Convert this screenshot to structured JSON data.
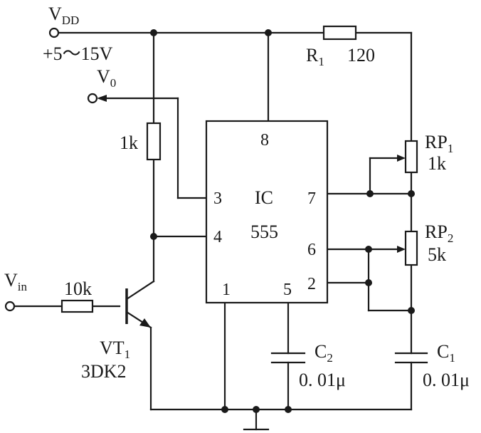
{
  "supply": {
    "name": "V",
    "sub": "DD",
    "range": "+5～15V"
  },
  "output": {
    "name": "V",
    "sub": "0"
  },
  "input": {
    "name": "V",
    "sub": "in"
  },
  "r1": {
    "name": "R",
    "sub": "1",
    "value": "120"
  },
  "r_pullup": {
    "value": "1k"
  },
  "r_base": {
    "value": "10k"
  },
  "rp1": {
    "name": "RP",
    "sub": "1",
    "value": "1k"
  },
  "rp2": {
    "name": "RP",
    "sub": "2",
    "value": "5k"
  },
  "c1": {
    "name": "C",
    "sub": "1",
    "value": "0. 01μ"
  },
  "c2": {
    "name": "C",
    "sub": "2",
    "value": "0. 01μ"
  },
  "transistor": {
    "name": "VT",
    "sub": "1",
    "part": "3DK2"
  },
  "ic": {
    "label": "IC",
    "part": "555",
    "pins": {
      "p1": "1",
      "p2": "2",
      "p3": "3",
      "p4": "4",
      "p5": "5",
      "p6": "6",
      "p7": "7",
      "p8": "8"
    }
  }
}
